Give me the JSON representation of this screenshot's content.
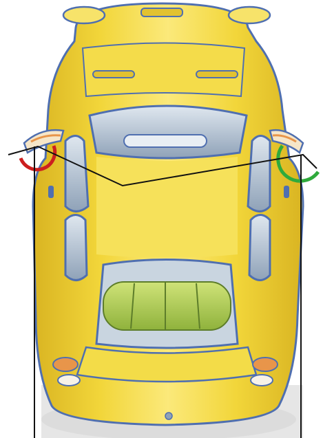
{
  "diagram": {
    "subject": "car-top-view",
    "colors": {
      "background": "#ffffff",
      "body": "#f2d63a",
      "body_highlight": "#fbe97a",
      "body_shade": "#d9b422",
      "outline": "#4f6fb0",
      "glass": "#b8c7d6",
      "glass_dark": "#8fa2b8",
      "cargo": "#b9d657",
      "cargo_dark": "#8fb23c",
      "indicator": "#e8954a",
      "mirror_left_arc": "#cc1f1f",
      "mirror_right_arc": "#2faa3c",
      "leader_lines": "#111111",
      "shadow": "#dcdcdc"
    },
    "callouts": [
      {
        "id": "left-mirror",
        "arc_color_key": "mirror_left_arc"
      },
      {
        "id": "right-mirror",
        "arc_color_key": "mirror_right_arc"
      }
    ]
  }
}
